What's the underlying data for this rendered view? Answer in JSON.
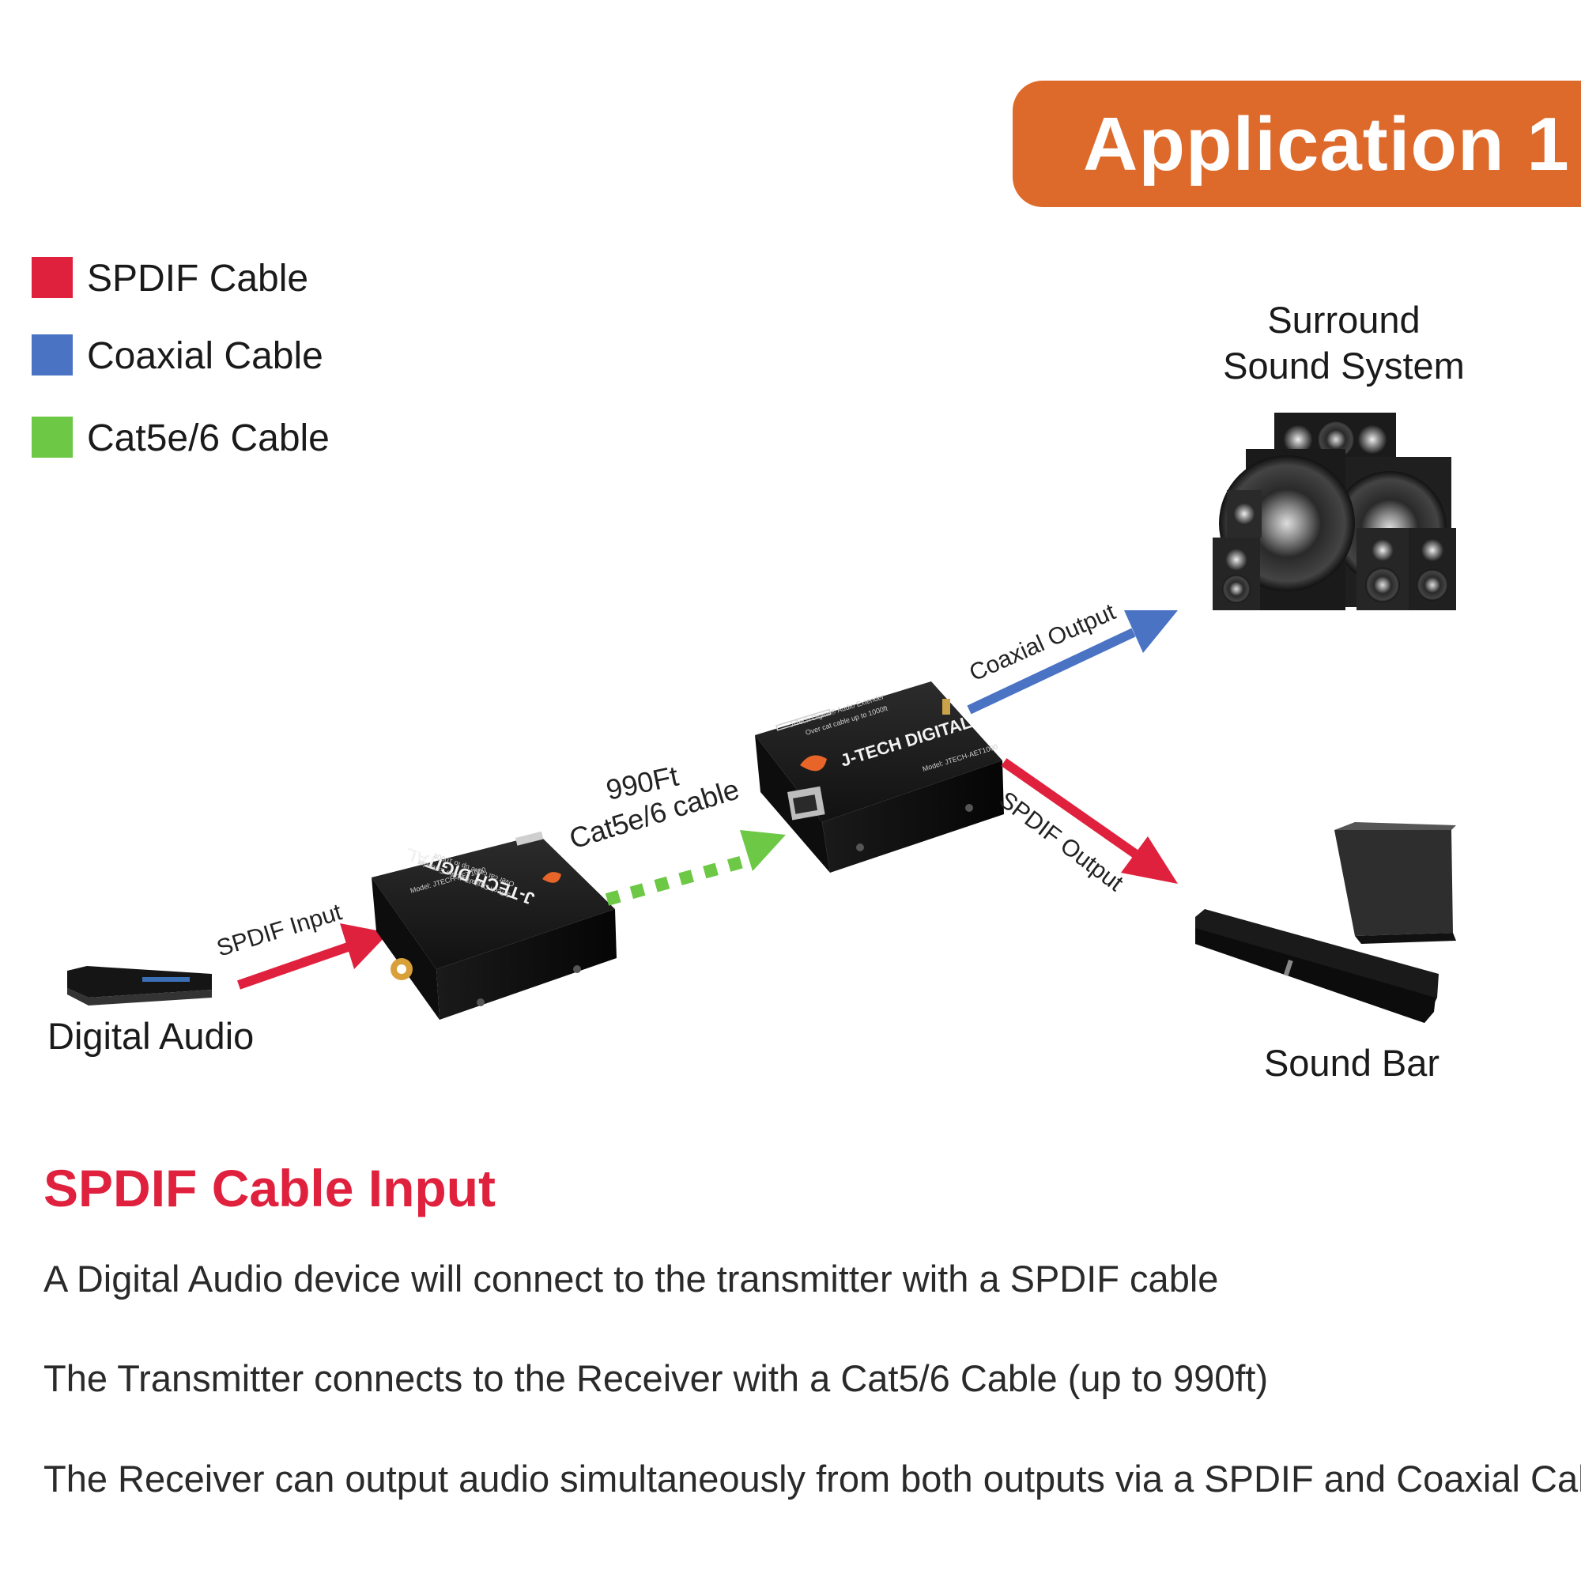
{
  "header": {
    "title": "Application 1"
  },
  "legend": [
    {
      "label": "SPDIF Cable",
      "color": "#e0213e"
    },
    {
      "label": "Coaxial Cable",
      "color": "#4a73c4"
    },
    {
      "label": "Cat5e/6 Cable",
      "color": "#6cc845"
    }
  ],
  "devices": {
    "source": "Digital Audio",
    "surround_line1": "Surround",
    "surround_line2": "Sound System",
    "soundbar": "Sound Bar"
  },
  "connections": {
    "spdif_input": "SPDIF Input",
    "cat_length": "990Ft",
    "cat_cable": "Cat5e/6 cable",
    "coaxial_output": "Coaxial Output",
    "spdif_output": "SPDIF Output"
  },
  "extender": {
    "brand": "J-TECH DIGITAL",
    "product": "J-Tech Digital® Audio Extender",
    "spec": "Over cat cable up to 1000ft",
    "model": "Model: JTECH-AET1000"
  },
  "description": {
    "title": "SPDIF Cable Input",
    "lines": [
      "A Digital Audio device will connect to the transmitter with a SPDIF cable",
      "The Transmitter connects to the Receiver with a Cat5/6 Cable (up to 990ft)",
      "The Receiver can output audio simultaneously from both outputs via a SPDIF and Coaxial Cable"
    ]
  }
}
